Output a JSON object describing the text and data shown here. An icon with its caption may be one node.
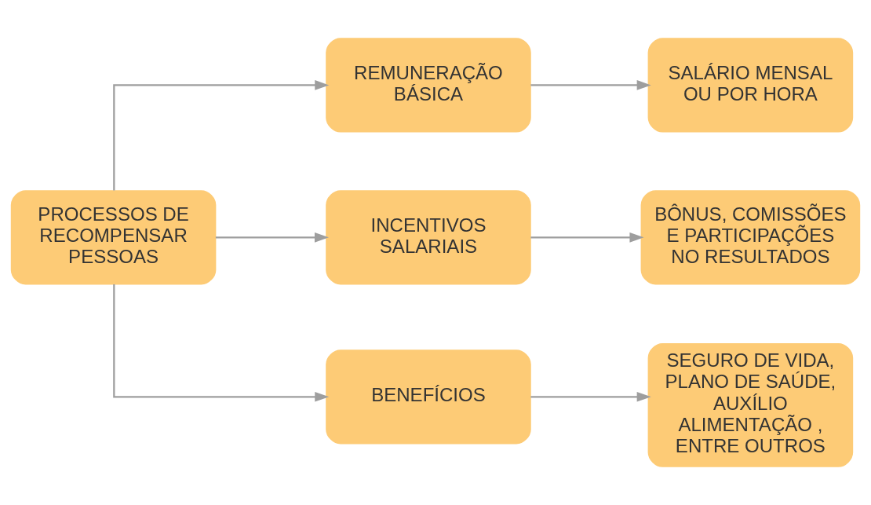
{
  "diagram": {
    "nodes": [
      {
        "text": [
          "PROCESSOS DE RECOMPENSAR PESSOAS"
        ]
      },
      {
        "text": [
          "REMUNERAÇÃO BÁSICA"
        ]
      },
      {
        "text": [
          "INCENTIVOS SALARIAIS"
        ]
      },
      {
        "text": [
          "BENEFÍCIOS"
        ]
      },
      {
        "text": [
          "SALÁRIO MENSAL OU POR HORA"
        ]
      },
      {
        "text": [
          "BÔNUS, COMISSÕES E PARTICIPAÇÕES NO RESULTADOS"
        ]
      },
      {
        "text": [
          "SEGURO DE VIDA, PLANO DE SAÚDE, AUXÍLIO ALIMENTAÇÃO , ENTRE OUTROS"
        ]
      }
    ],
    "edges": [
      {
        "from": 0,
        "to": 1,
        "arrow": "to"
      },
      {
        "from": 0,
        "to": 2,
        "arrow": "to"
      },
      {
        "from": 0,
        "to": 3,
        "arrow": "to"
      },
      {
        "from": 1,
        "to": 4,
        "arrow": "to"
      },
      {
        "from": 2,
        "to": 5,
        "arrow": "to"
      },
      {
        "from": 3,
        "to": 6,
        "arrow": "to"
      }
    ]
  }
}
